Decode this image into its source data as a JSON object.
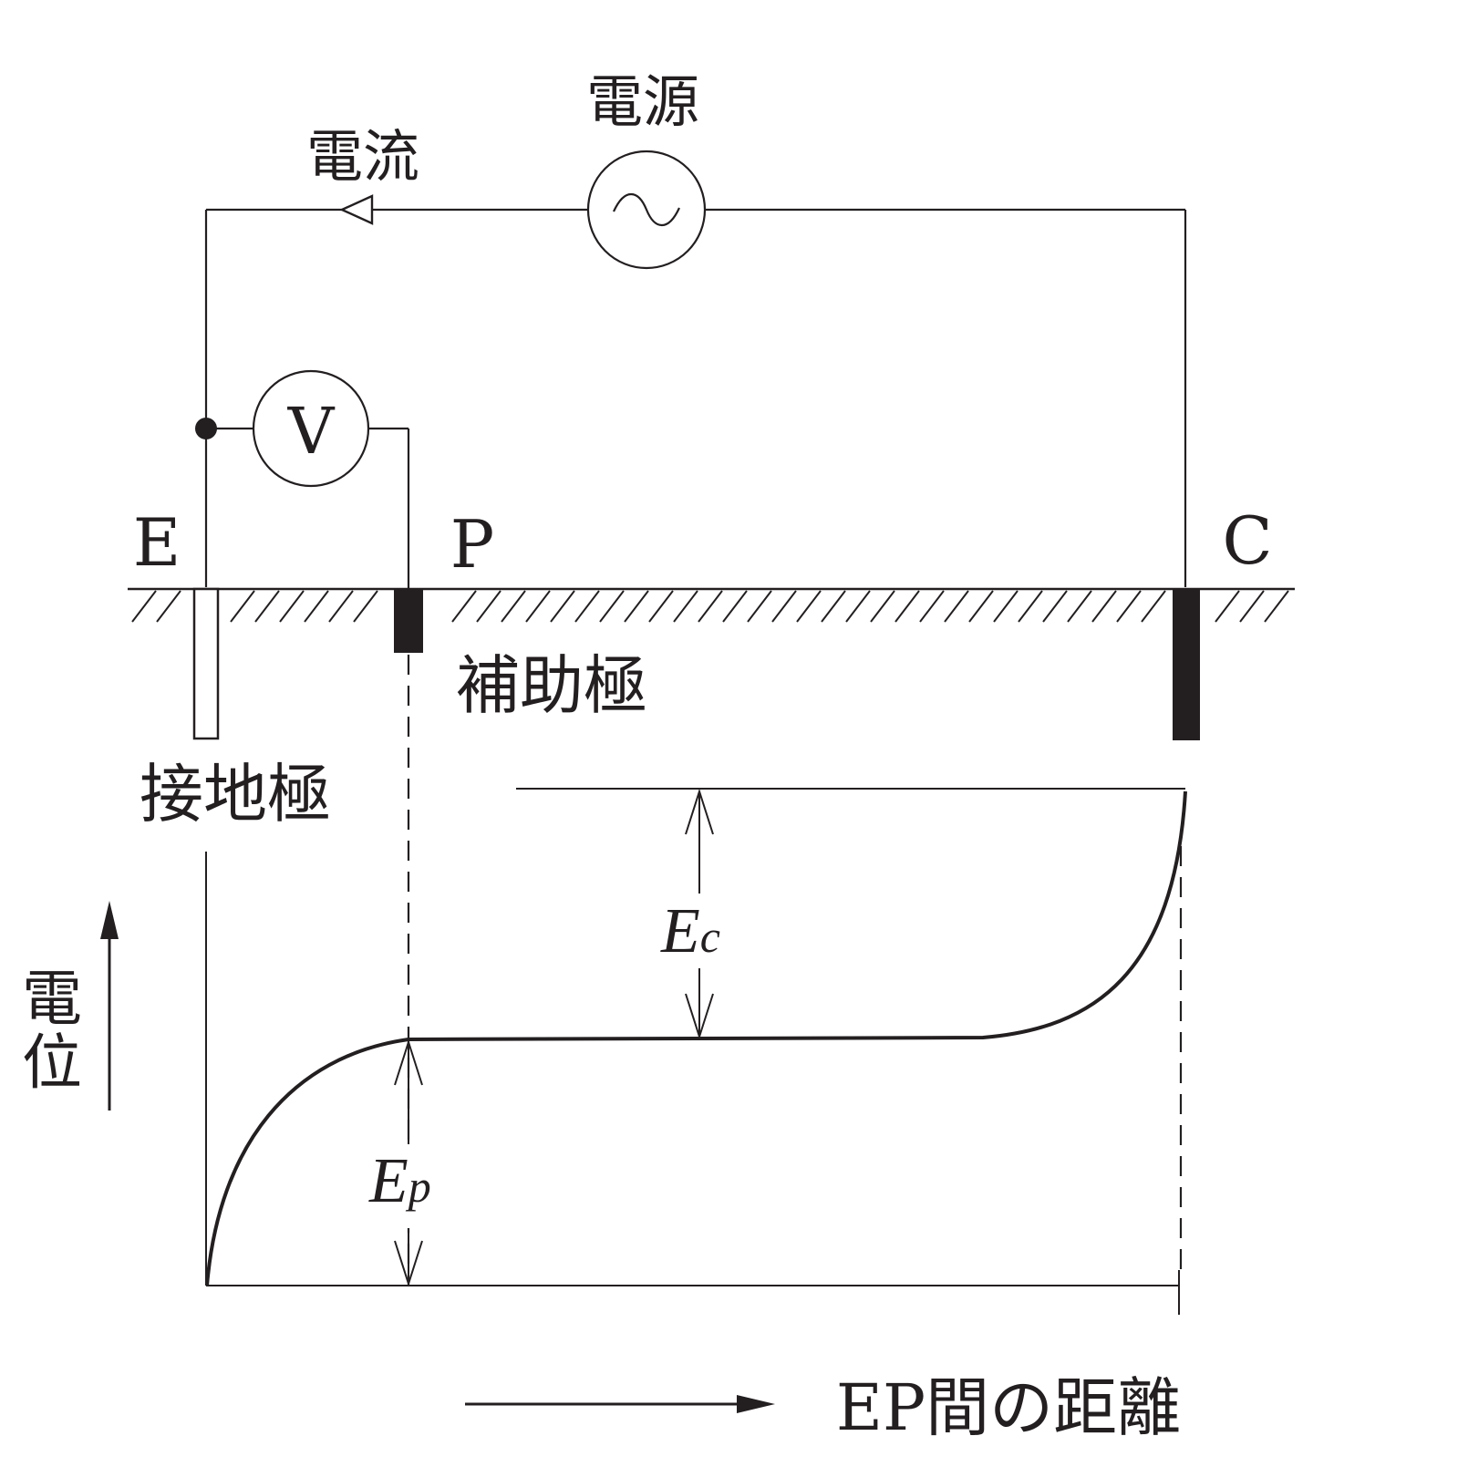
{
  "labels": {
    "power_source": "電源",
    "current": "電流",
    "voltmeter": "V",
    "electrode_e": "E",
    "electrode_p": "P",
    "electrode_c": "C",
    "auxiliary_electrode": "補助極",
    "ground_electrode": "接地極",
    "potential_axis": "電位",
    "ec_main": "E",
    "ec_sub": "c",
    "ep_main": "E",
    "ep_sub": "p",
    "x_axis": "EP間の距離"
  },
  "colors": {
    "ink": "#231f20",
    "background": "#ffffff"
  },
  "icons": {
    "power_source": "ac-source-icon",
    "current_direction": "hollow-arrow-left-icon",
    "voltmeter": "voltmeter-icon",
    "junction": "junction-dot-icon"
  }
}
